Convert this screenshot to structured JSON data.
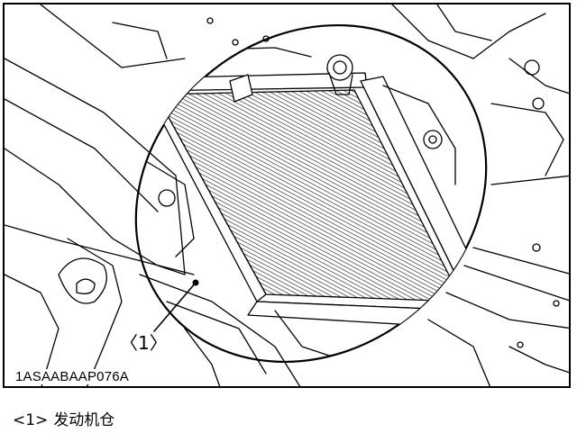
{
  "figure": {
    "image_code": "1ASAABAAP076A",
    "callout_label": "〈1〉"
  },
  "caption": {
    "number": "<1>",
    "text": "发动机仓"
  }
}
